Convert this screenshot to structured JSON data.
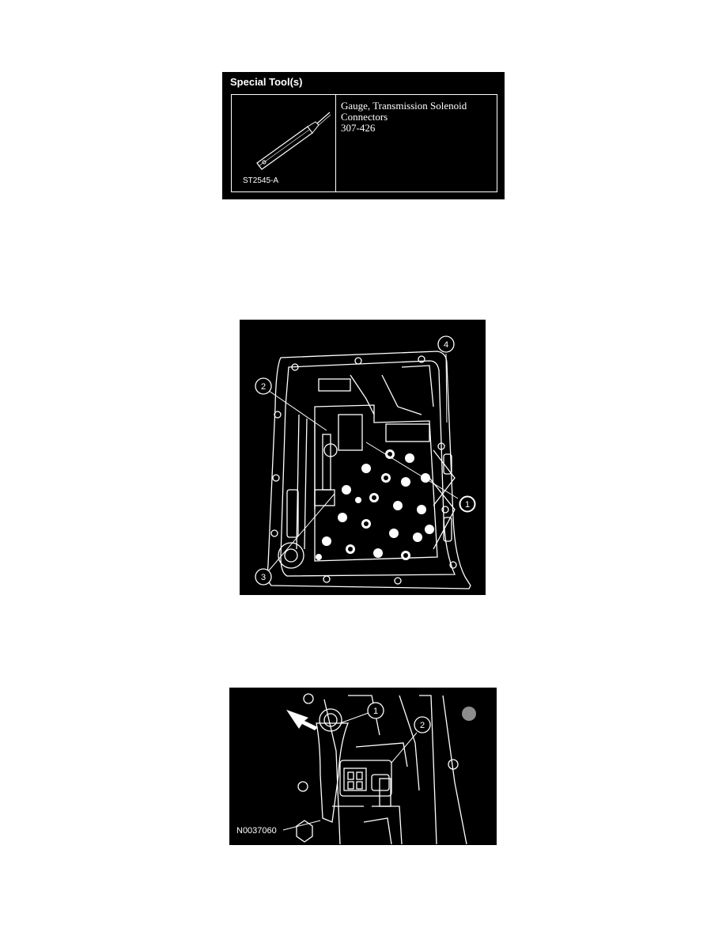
{
  "special_tools": {
    "heading": "Special Tool(s)",
    "tool_code": "ST2545-A",
    "description_lines": [
      "Gauge, Transmission Solenoid",
      "Connectors",
      "307-426"
    ]
  },
  "figure_valve_body": {
    "callouts": [
      "1",
      "2",
      "3",
      "4"
    ]
  },
  "figure_solenoid": {
    "callouts": [
      "1",
      "2"
    ],
    "code": "N0037060"
  }
}
